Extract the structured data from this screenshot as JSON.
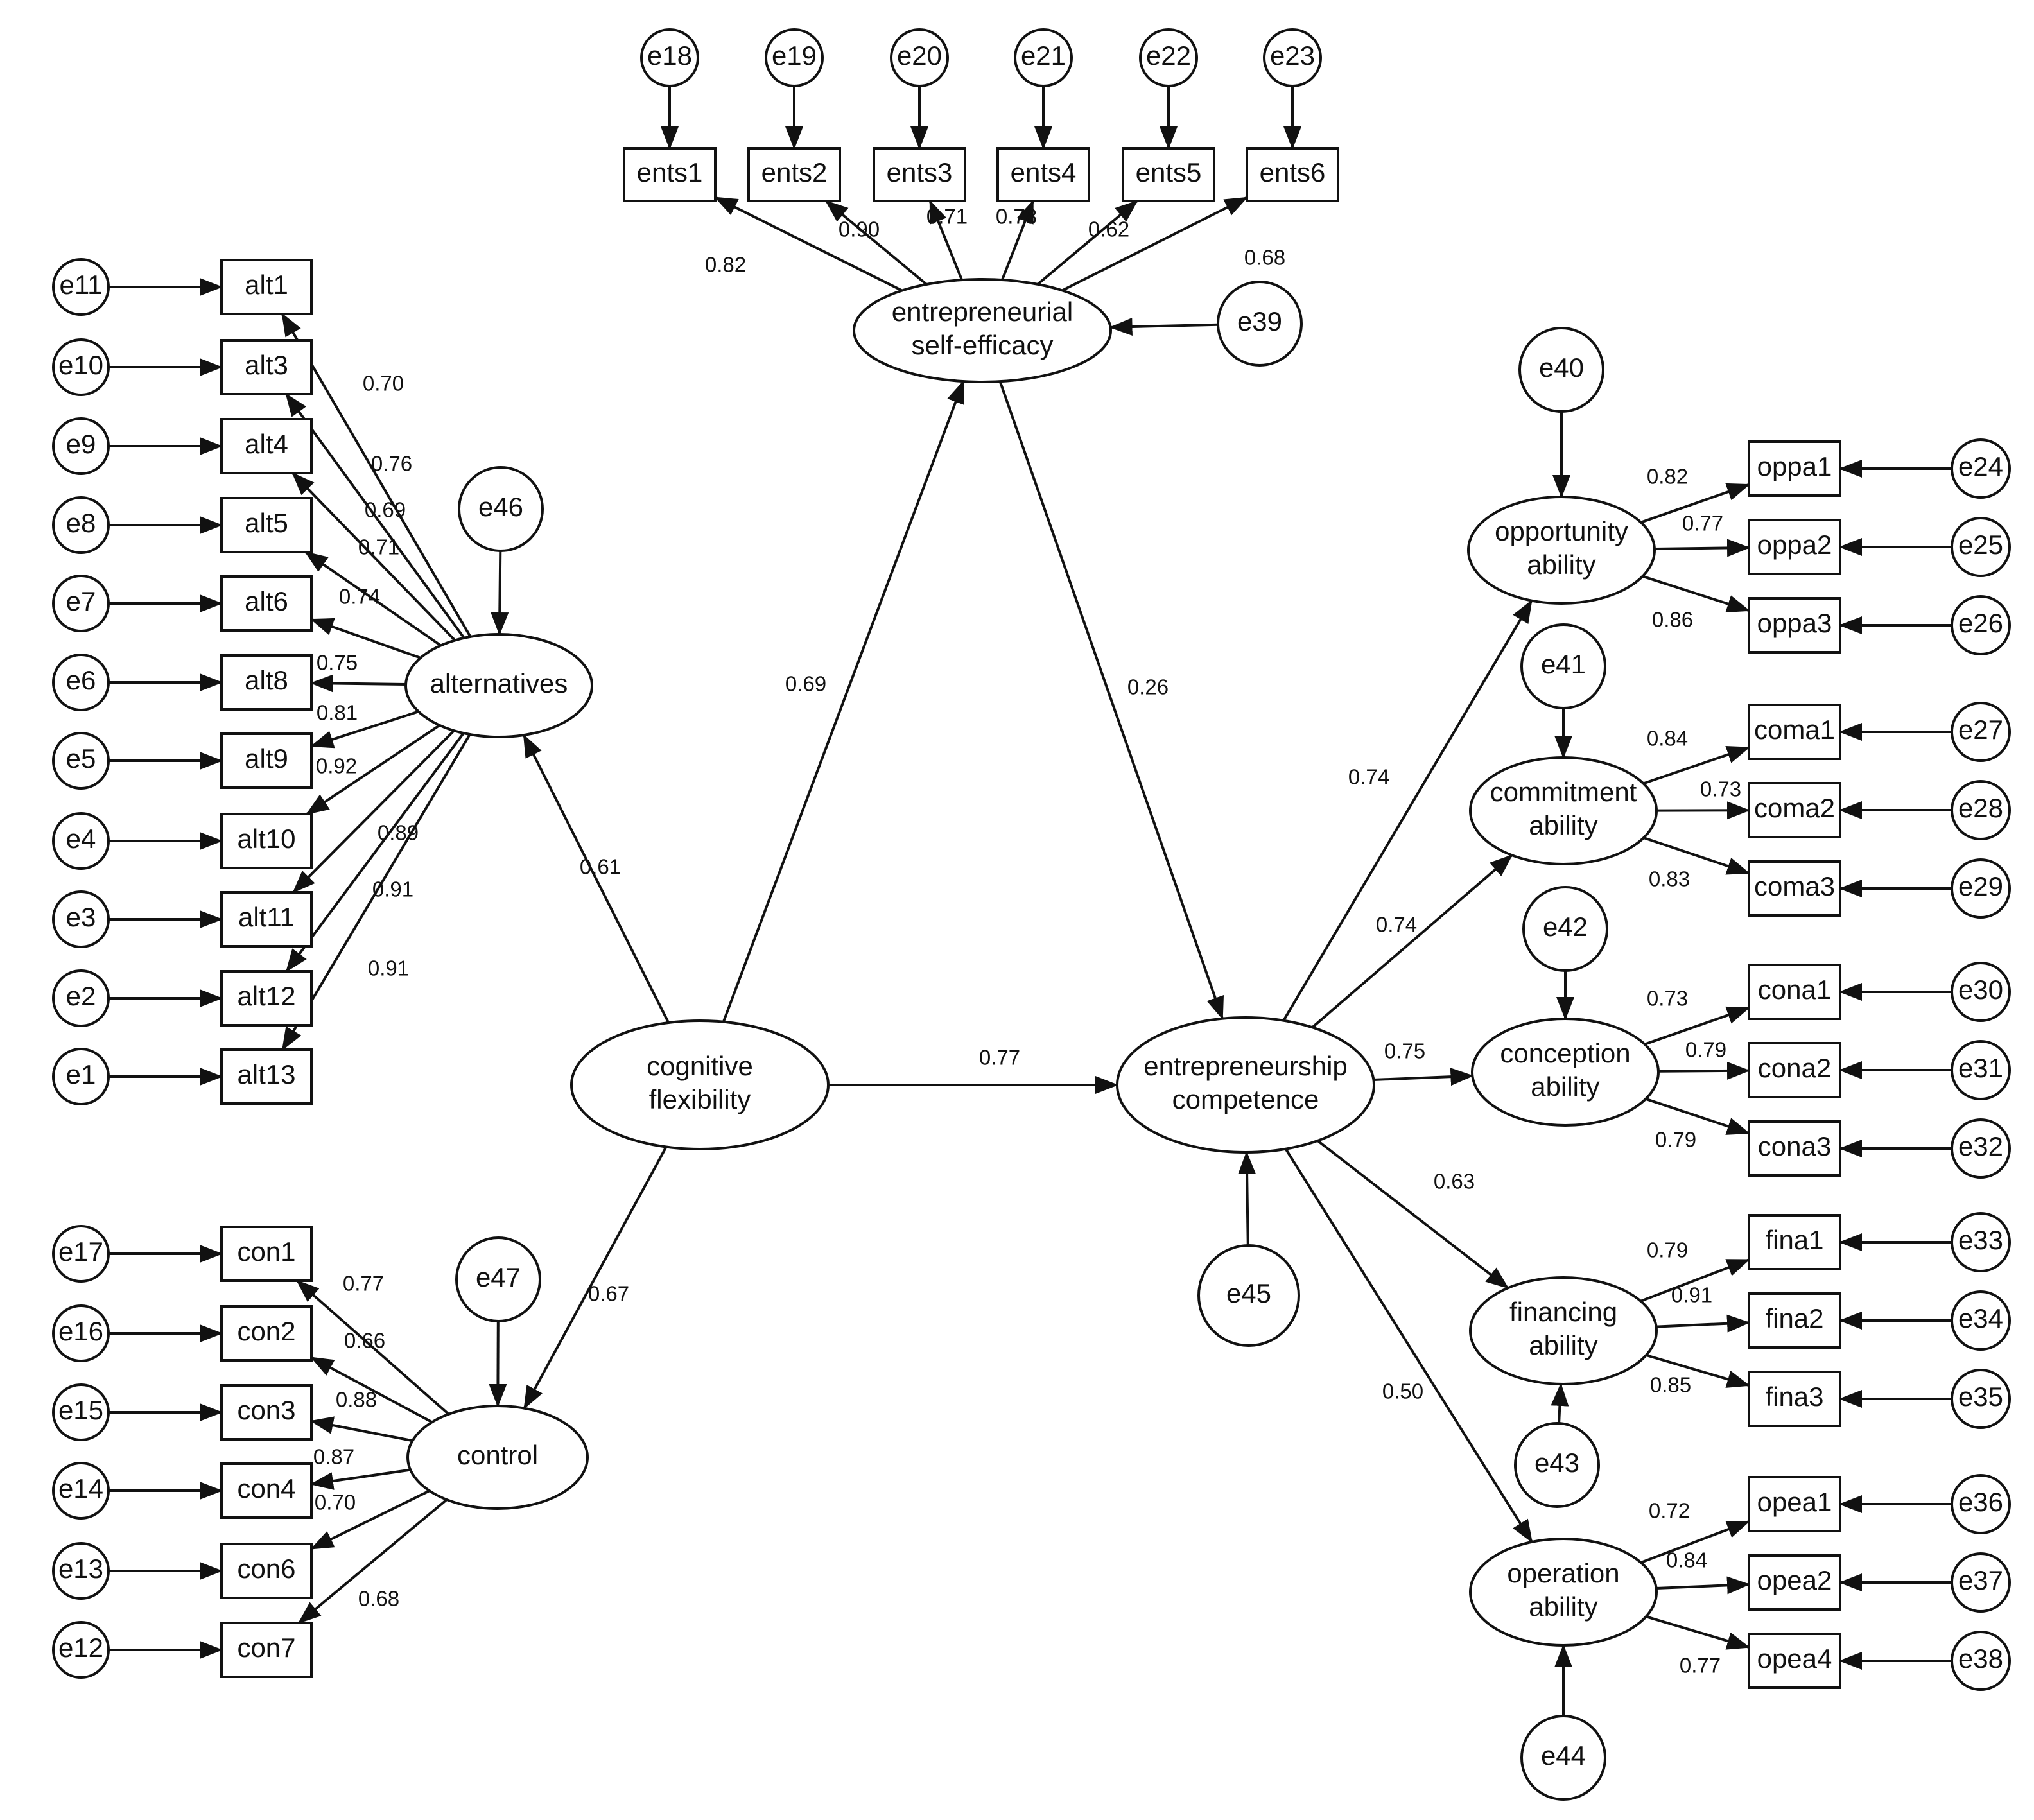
{
  "colors": {
    "line": "#111111",
    "background": "#ffffff"
  },
  "latents": {
    "cog": [
      "cognitive",
      "flexibility"
    ],
    "ese": [
      "entrepreneurial",
      "self-efficacy"
    ],
    "ec": [
      "entrepreneurship",
      "competence"
    ],
    "alt": [
      "alternatives"
    ],
    "con": [
      "control"
    ],
    "opp": [
      "opportunity",
      "ability"
    ],
    "com": [
      "commitment",
      "ability"
    ],
    "conc": [
      "conception",
      "ability"
    ],
    "fin": [
      "financing",
      "ability"
    ],
    "ope": [
      "operation",
      "ability"
    ]
  },
  "disturbances": {
    "e39": "e39",
    "e40": "e40",
    "e41": "e41",
    "e42": "e42",
    "e43": "e43",
    "e44": "e44",
    "e45": "e45",
    "e46": "e46",
    "e47": "e47"
  },
  "structural_paths": [
    {
      "from": "cog",
      "to": "ese",
      "value": "0.69"
    },
    {
      "from": "ese",
      "to": "ec",
      "value": "0.26"
    },
    {
      "from": "cog",
      "to": "ec",
      "value": "0.77"
    },
    {
      "from": "cog",
      "to": "alt",
      "value": "0.61"
    },
    {
      "from": "cog",
      "to": "con",
      "value": "0.67"
    },
    {
      "from": "ec",
      "to": "opp",
      "value": "0.74"
    },
    {
      "from": "ec",
      "to": "com",
      "value": "0.74"
    },
    {
      "from": "ec",
      "to": "conc",
      "value": "0.75"
    },
    {
      "from": "ec",
      "to": "fin",
      "value": "0.63"
    },
    {
      "from": "ec",
      "to": "ope",
      "value": "0.50"
    }
  ],
  "indicators": {
    "ese": [
      {
        "name": "ents1",
        "error": "e18",
        "loading": "0.82"
      },
      {
        "name": "ents2",
        "error": "e19",
        "loading": "0.90"
      },
      {
        "name": "ents3",
        "error": "e20",
        "loading": "0.71"
      },
      {
        "name": "ents4",
        "error": "e21",
        "loading": "0.78"
      },
      {
        "name": "ents5",
        "error": "e22",
        "loading": "0.62"
      },
      {
        "name": "ents6",
        "error": "e23",
        "loading": "0.68"
      }
    ],
    "alt": [
      {
        "name": "alt1",
        "error": "e11",
        "loading": "0.70"
      },
      {
        "name": "alt3",
        "error": "e10",
        "loading": "0.76"
      },
      {
        "name": "alt4",
        "error": "e9",
        "loading": "0.69"
      },
      {
        "name": "alt5",
        "error": "e8",
        "loading": "0.71"
      },
      {
        "name": "alt6",
        "error": "e7",
        "loading": "0.74"
      },
      {
        "name": "alt8",
        "error": "e6",
        "loading": "0.75"
      },
      {
        "name": "alt9",
        "error": "e5",
        "loading": "0.81"
      },
      {
        "name": "alt10",
        "error": "e4",
        "loading": "0.92"
      },
      {
        "name": "alt11",
        "error": "e3",
        "loading": "0.89"
      },
      {
        "name": "alt12",
        "error": "e2",
        "loading": "0.91"
      },
      {
        "name": "alt13",
        "error": "e1",
        "loading": "0.91"
      }
    ],
    "con": [
      {
        "name": "con1",
        "error": "e17",
        "loading": "0.77"
      },
      {
        "name": "con2",
        "error": "e16",
        "loading": "0.66"
      },
      {
        "name": "con3",
        "error": "e15",
        "loading": "0.88"
      },
      {
        "name": "con4",
        "error": "e14",
        "loading": "0.87"
      },
      {
        "name": "con6",
        "error": "e13",
        "loading": "0.70"
      },
      {
        "name": "con7",
        "error": "e12",
        "loading": "0.68"
      }
    ],
    "opp": [
      {
        "name": "oppa1",
        "error": "e24",
        "loading": "0.82"
      },
      {
        "name": "oppa2",
        "error": "e25",
        "loading": "0.77"
      },
      {
        "name": "oppa3",
        "error": "e26",
        "loading": "0.86"
      }
    ],
    "com": [
      {
        "name": "coma1",
        "error": "e27",
        "loading": "0.84"
      },
      {
        "name": "coma2",
        "error": "e28",
        "loading": "0.73"
      },
      {
        "name": "coma3",
        "error": "e29",
        "loading": "0.83"
      }
    ],
    "conc": [
      {
        "name": "cona1",
        "error": "e30",
        "loading": "0.73"
      },
      {
        "name": "cona2",
        "error": "e31",
        "loading": "0.79"
      },
      {
        "name": "cona3",
        "error": "e32",
        "loading": "0.79"
      }
    ],
    "fin": [
      {
        "name": "fina1",
        "error": "e33",
        "loading": "0.79"
      },
      {
        "name": "fina2",
        "error": "e34",
        "loading": "0.91"
      },
      {
        "name": "fina3",
        "error": "e35",
        "loading": "0.85"
      }
    ],
    "ope": [
      {
        "name": "opea1",
        "error": "e36",
        "loading": "0.72"
      },
      {
        "name": "opea2",
        "error": "e37",
        "loading": "0.84"
      },
      {
        "name": "opea4",
        "error": "e38",
        "loading": "0.77"
      }
    ]
  }
}
